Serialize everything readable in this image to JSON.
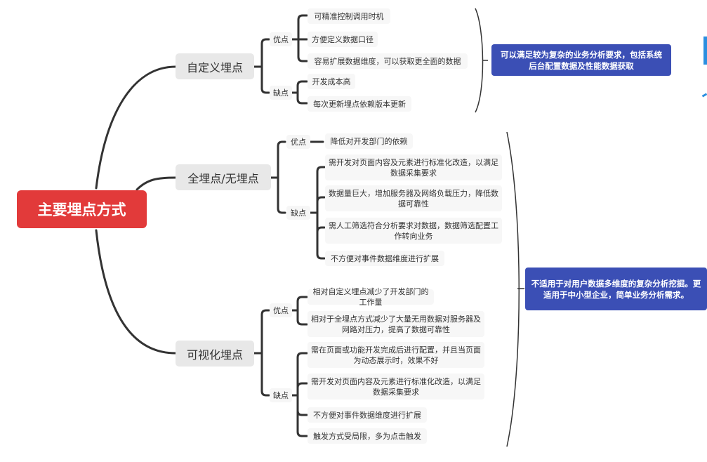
{
  "root": {
    "label": "主要埋点方式",
    "color": "#e23a3a"
  },
  "branches": [
    {
      "label": "自定义埋点",
      "groups": [
        {
          "label": "优点",
          "items": [
            "可精准控制调用时机",
            "方便定义数据口径",
            "容易扩展数据维度，可以获取更全面的数据"
          ]
        },
        {
          "label": "缺点",
          "items": [
            "开发成本高",
            "每次更新埋点依赖版本更新"
          ]
        }
      ],
      "summary": "可以满足较为复杂的业务分析要求，包括系统后台配置数据及性能数据获取"
    },
    {
      "label": "全埋点/无埋点",
      "groups": [
        {
          "label": "优点",
          "items": [
            "降低对开发部门的依赖"
          ]
        },
        {
          "label": "缺点",
          "items": [
            "需开发对页面内容及元素进行标准化改造，以满足数据采集要求",
            "数据量巨大，增加服务器及网络负载压力，降低数据可靠性",
            "需人工筛选符合分析要求对数据，数据筛选配置工作转向业务",
            "不方便对事件数据维度进行扩展"
          ]
        }
      ]
    },
    {
      "label": "可视化埋点",
      "groups": [
        {
          "label": "优点",
          "items": [
            "相对自定义埋点减少了开发部门的工作量",
            "相对于全埋点方式减少了大量无用数据对服务器及网路对压力，提高了数据可靠性"
          ]
        },
        {
          "label": "缺点",
          "items": [
            "需在页面或功能开发完成后进行配置，并且当页面为动态展示时，效果不好",
            "需开发对页面内容及元素进行标准化改造，以满足数据采集要求",
            "不方便对事件数据维度进行扩展",
            "触发方式受局限，多为点击触发"
          ]
        }
      ]
    }
  ],
  "shared_summary": "不适用于对用户数据多维度的复杂分析挖掘。更适用于中小型企业，简单业务分析需求。",
  "colors": {
    "summary_bg": "#3b4fb5",
    "line": "#333333"
  }
}
